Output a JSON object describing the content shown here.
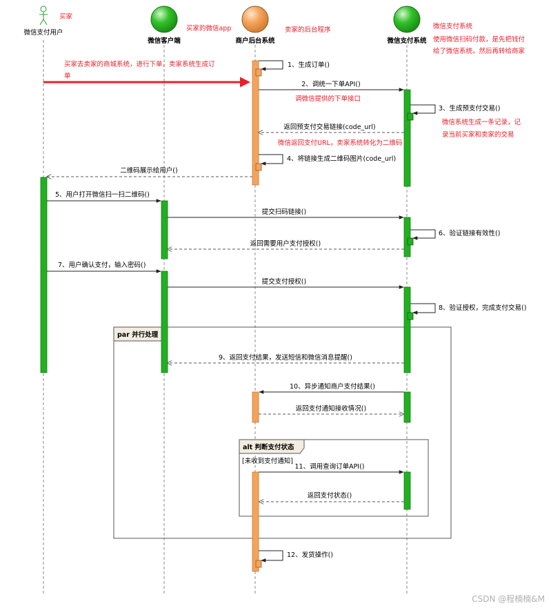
{
  "colors": {
    "green": "#22b022",
    "orange": "#f5a35c",
    "red_note": "#e8202a",
    "lifeline": "#888888",
    "frame_label_bg": "#f3ece0"
  },
  "participants": {
    "user": "微信支付用户",
    "client": "微信客户端",
    "merchant": "商户后台系统",
    "wxpay": "微信支付系统"
  },
  "notes": {
    "buyer": "买家",
    "buyer_app": "买家的微信app",
    "seller_backend": "卖家的后台程序",
    "wxpay_title": "微信支付系统",
    "wxpay_desc_1": "使用微信扫码付款，是先把钱付",
    "wxpay_desc_2": "给了微信系统，然后再转给商家",
    "order_1": "买家去卖家的商城系统，进行下单，卖家系统生成订",
    "order_2": "单",
    "call_api": "调微信提供的下单接口",
    "record_1": "微信系统生成一条记录，记",
    "record_2": "录当前买家和卖家的交易",
    "return_url": "微信返回支付URL，卖家系统转化为二维码"
  },
  "messages": {
    "m1": "1、生成订单()",
    "m2": "2、调统一下单API()",
    "m3": "3、生成预支付交易()",
    "m3r": "返回预支付交易链接(code_url)",
    "m4": "4、将链接生成二维码图片(code_url)",
    "m4r": "二维码展示给用户()",
    "m5": "5、用户打开微信扫一扫二维码()",
    "m5a": "提交扫码链接()",
    "m6": "6、验证链接有效性()",
    "m6r": "返回需要用户支付授权()",
    "m7": "7、用户确认支付，输入密码()",
    "m7a": "提交支付授权()",
    "m8": "8、验证授权，完成支付交易()",
    "m9": "9、返回支付结果，发送短信和微信消息提醒()",
    "m10": "10、异步通知商户支付结果()",
    "m10r": "返回支付通知接收情况()",
    "m11": "11、调用查询订单API()",
    "m11r": "返回支付状态()",
    "m12": "12、发货操作()"
  },
  "frames": {
    "par_label": "par 并行处理",
    "alt_label": "alt 判断支付状态",
    "alt_guard": "[未收到支付通知]"
  },
  "watermark": "CSDN @程楠楠&M"
}
